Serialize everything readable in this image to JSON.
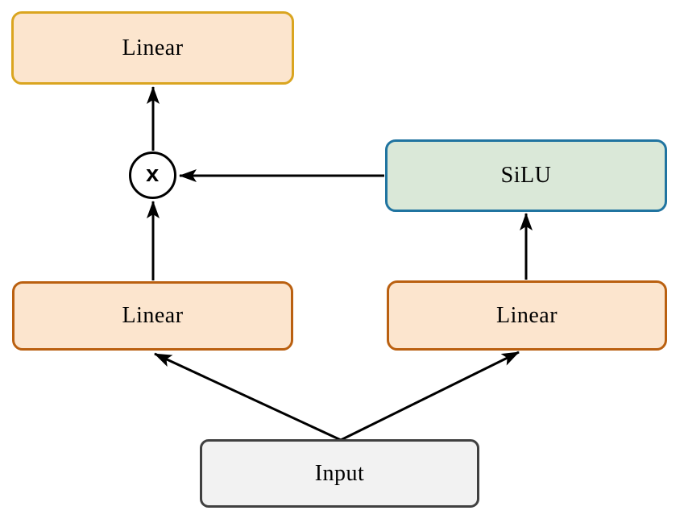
{
  "colors": {
    "canvas-bg": "#FFFFFF",
    "peach-fill": "#FCE5CE",
    "gold-border": "#DAA520",
    "orange-border": "#BA6010",
    "green-fill": "#DAE8D8",
    "blue-border": "#2074A0",
    "gray-fill": "#F2F2F2",
    "dark-border": "#404040",
    "edge-color": "#000000"
  },
  "nodes": {
    "output_linear": {
      "label": "Linear"
    },
    "silu": {
      "label": "SiLU"
    },
    "left_linear": {
      "label": "Linear"
    },
    "right_linear": {
      "label": "Linear"
    },
    "input": {
      "label": "Input"
    },
    "multiply": {
      "symbol": "x"
    }
  },
  "edges": [
    {
      "from": "input",
      "to": "left_linear"
    },
    {
      "from": "input",
      "to": "right_linear"
    },
    {
      "from": "left_linear",
      "to": "multiply"
    },
    {
      "from": "right_linear",
      "to": "silu"
    },
    {
      "from": "silu",
      "to": "multiply"
    },
    {
      "from": "multiply",
      "to": "output_linear"
    }
  ]
}
